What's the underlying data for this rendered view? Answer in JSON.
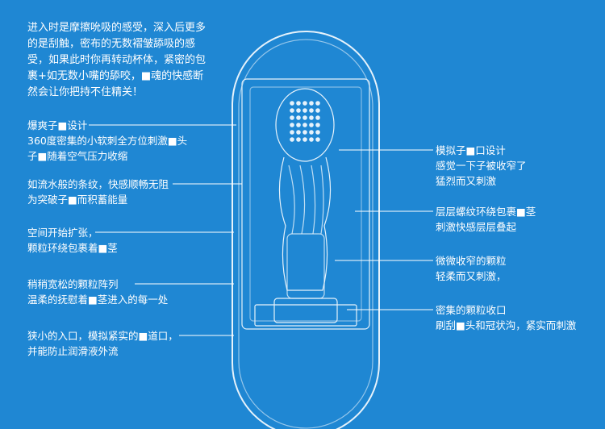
{
  "intro": [
    "进入时是摩擦吮吸的感受，深入后更多",
    "的是刮触，密布的无数褶皱舔吸的感",
    "受，如果此时你再转动杯体，紧密的包",
    "裹+如无数小嘴的舔咬，■魂的快感断",
    "然会让你把持不住精关！"
  ],
  "left": [
    [
      "爆爽子■设计",
      "360度密集的小软刺全方位刺激■头",
      "子■随着空气压力收缩"
    ],
    [
      "如流水般的条纹，快感顺畅无阻",
      "为突破子■而积蓄能量"
    ],
    [
      "空间开始扩张，",
      "颗粒环绕包裹着■茎"
    ],
    [
      "稍稍宽松的颗粒阵列",
      "温柔的抚慰着■茎进入的每一处"
    ],
    [
      "狭小的入口，模拟紧实的■道口，",
      "并能防止润滑液外流"
    ]
  ],
  "right": [
    [
      "模拟子■口设计",
      "感觉一下子被收窄了",
      "猛烈而又刺激"
    ],
    [
      "层层螺纹环绕包裹■茎",
      "刺激快感层层叠起"
    ],
    [
      "微微收窄的颗粒",
      "轻柔而又刺激，"
    ],
    [
      "密集的颗粒收口",
      "刷刮■头和冠状沟，紧实而刺激"
    ]
  ]
}
